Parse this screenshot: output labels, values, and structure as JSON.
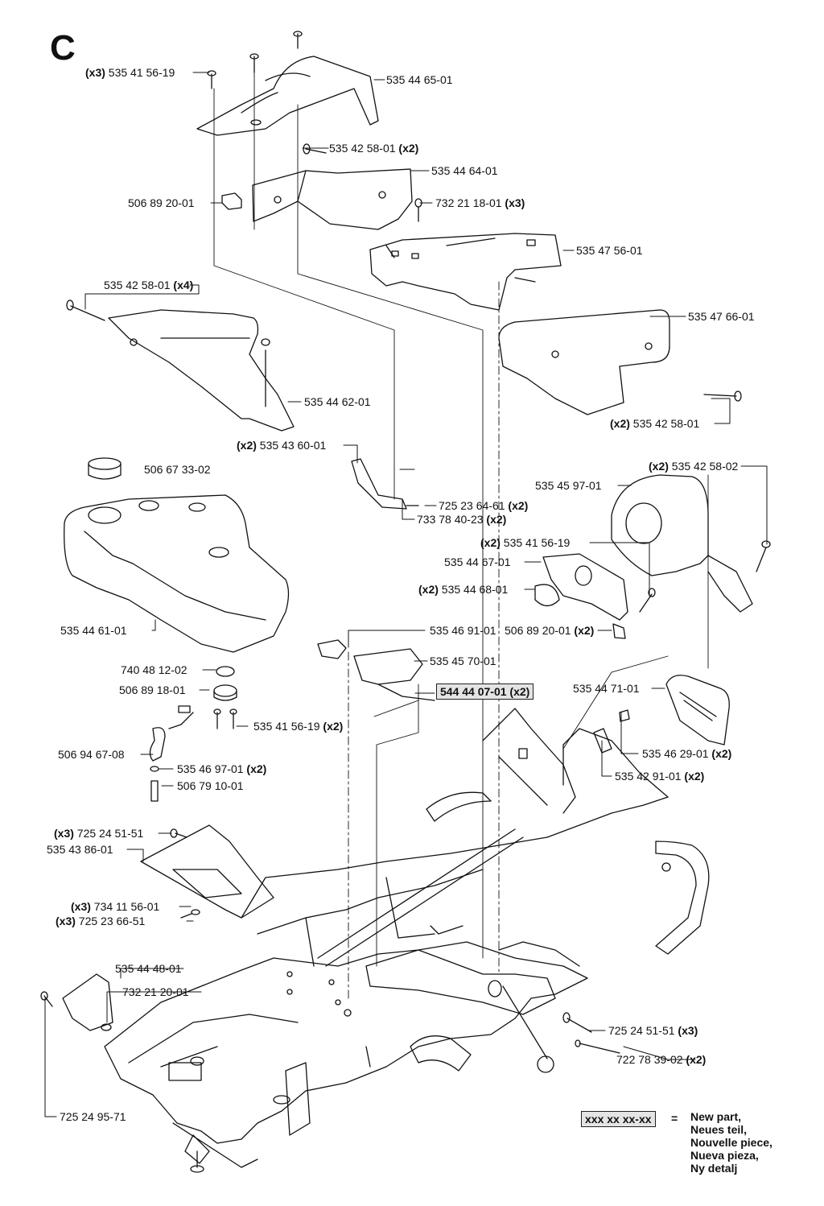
{
  "section_letter": "C",
  "labels": [
    {
      "id": "l1",
      "pre": "(x3)",
      "num": "535 41 56-19",
      "post": ""
    },
    {
      "id": "l2",
      "pre": "",
      "num": "535 44 65-01",
      "post": ""
    },
    {
      "id": "l3",
      "pre": "",
      "num": "535 42 58-01",
      "post": "(x2)"
    },
    {
      "id": "l4",
      "pre": "",
      "num": "535 44 64-01",
      "post": ""
    },
    {
      "id": "l5",
      "pre": "",
      "num": "506 89 20-01",
      "post": ""
    },
    {
      "id": "l6",
      "pre": "",
      "num": "732 21 18-01",
      "post": "(x3)"
    },
    {
      "id": "l7",
      "pre": "",
      "num": "535 47 56-01",
      "post": ""
    },
    {
      "id": "l8",
      "pre": "",
      "num": "535 42 58-01",
      "post": "(x4)"
    },
    {
      "id": "l9",
      "pre": "",
      "num": "535 47 66-01",
      "post": ""
    },
    {
      "id": "l10",
      "pre": "",
      "num": "535 44 62-01",
      "post": ""
    },
    {
      "id": "l11",
      "pre": "(x2)",
      "num": "535 42 58-01",
      "post": ""
    },
    {
      "id": "l12",
      "pre": "(x2)",
      "num": "535 43 60-01",
      "post": ""
    },
    {
      "id": "l13",
      "pre": "",
      "num": "506 67 33-02",
      "post": ""
    },
    {
      "id": "l14",
      "pre": "(x2)",
      "num": "535 42 58-02",
      "post": ""
    },
    {
      "id": "l15",
      "pre": "",
      "num": "535 45 97-01",
      "post": ""
    },
    {
      "id": "l16",
      "pre": "",
      "num": "725 23 64-61",
      "post": "(x2)"
    },
    {
      "id": "l17",
      "pre": "",
      "num": "733 78 40-23",
      "post": "(x2)"
    },
    {
      "id": "l18",
      "pre": "(x2)",
      "num": "535 41 56-19",
      "post": ""
    },
    {
      "id": "l19",
      "pre": "",
      "num": "535 44 67-01",
      "post": ""
    },
    {
      "id": "l20",
      "pre": "(x2)",
      "num": "535 44 68-01",
      "post": ""
    },
    {
      "id": "l21",
      "pre": "",
      "num": "535 44 61-01",
      "post": ""
    },
    {
      "id": "l22",
      "pre": "",
      "num": "535 46 91-01",
      "post": ""
    },
    {
      "id": "l23",
      "pre": "",
      "num": "506 89 20-01",
      "post": "(x2)"
    },
    {
      "id": "l24",
      "pre": "",
      "num": "535 45 70-01",
      "post": ""
    },
    {
      "id": "l25",
      "pre": "",
      "num": "740 48 12-02",
      "post": ""
    },
    {
      "id": "l26",
      "pre": "",
      "num": "535 44 71-01",
      "post": ""
    },
    {
      "id": "l27",
      "pre": "",
      "num": "506 89 18-01",
      "post": ""
    },
    {
      "id": "l28",
      "pre": "",
      "num": "535 41 56-19",
      "post": "(x2)"
    },
    {
      "id": "l29",
      "pre": "",
      "num": "535 46 29-01",
      "post": "(x2)"
    },
    {
      "id": "l30",
      "pre": "",
      "num": "506 94 67-08",
      "post": ""
    },
    {
      "id": "l31",
      "pre": "",
      "num": "535 42 91-01",
      "post": "(x2)"
    },
    {
      "id": "l32",
      "pre": "",
      "num": "535 46 97-01",
      "post": "(x2)"
    },
    {
      "id": "l33",
      "pre": "",
      "num": "506 79 10-01",
      "post": ""
    },
    {
      "id": "l34",
      "pre": "(x3)",
      "num": "725 24 51-51",
      "post": ""
    },
    {
      "id": "l35",
      "pre": "",
      "num": "535 43 86-01",
      "post": ""
    },
    {
      "id": "l36",
      "pre": "(x3)",
      "num": "734 11 56-01",
      "post": ""
    },
    {
      "id": "l37",
      "pre": "(x3)",
      "num": "725 23 66-51",
      "post": ""
    },
    {
      "id": "l38",
      "pre": "",
      "num": "535 44 48-01",
      "post": ""
    },
    {
      "id": "l39",
      "pre": "",
      "num": "732 21 20-01",
      "post": ""
    },
    {
      "id": "l40",
      "pre": "",
      "num": "725 24 51-51",
      "post": "(x3)"
    },
    {
      "id": "l41",
      "pre": "",
      "num": "722 78 39-02",
      "post": "(x2)"
    },
    {
      "id": "l42",
      "pre": "",
      "num": "725 24 95-71",
      "post": ""
    }
  ],
  "new_part": {
    "num": "544 44 07-01",
    "post": "(x2)"
  },
  "legend": {
    "box": "xxx xx xx-xx",
    "eq": "=",
    "lines": [
      "New part,",
      "Neues teil,",
      "Nouvelle piece,",
      "Nueva pieza,",
      "Ny detalj"
    ]
  }
}
